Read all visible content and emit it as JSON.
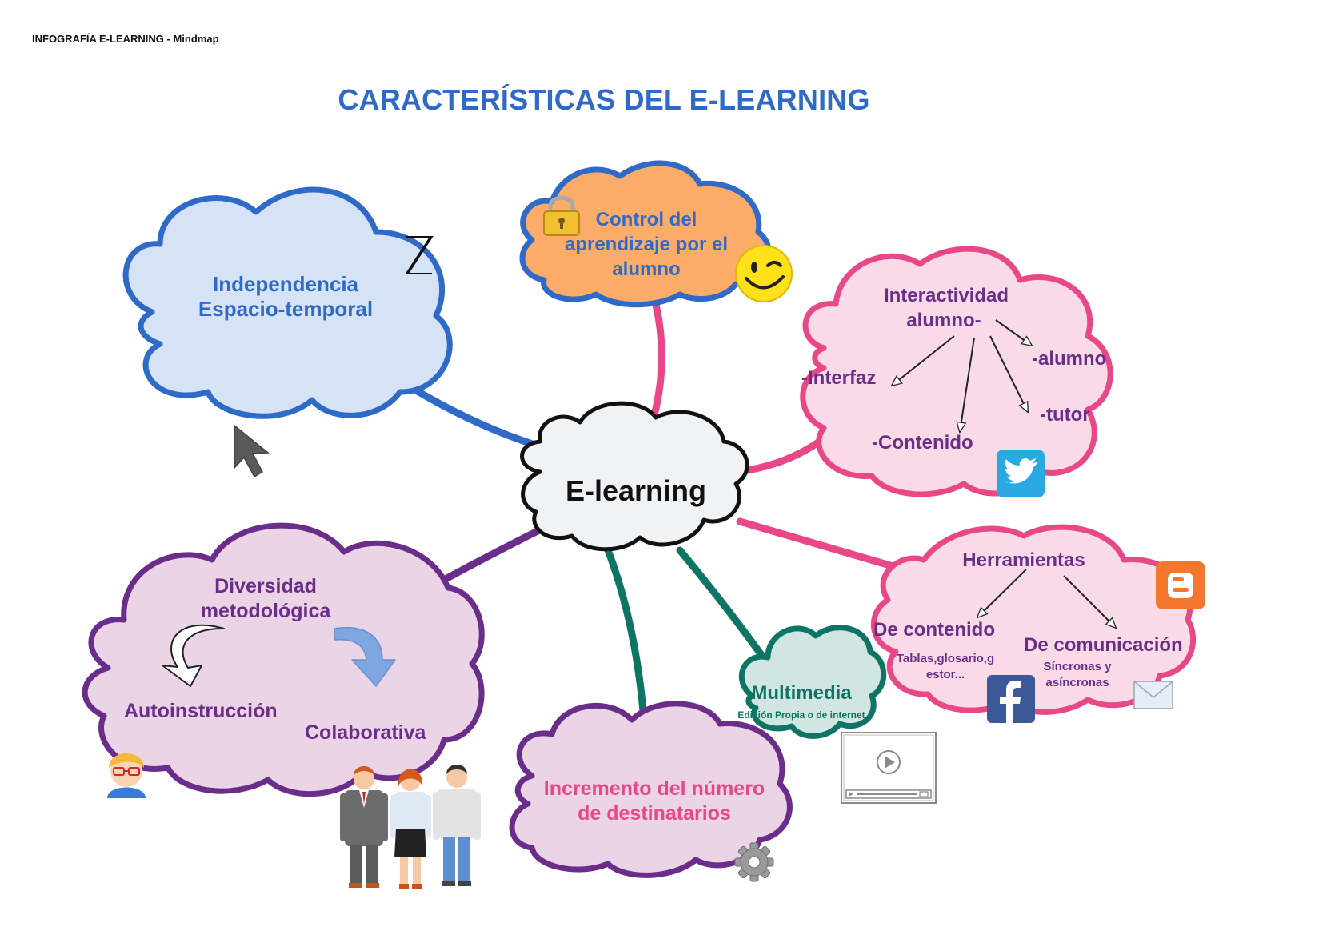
{
  "header": {
    "text": "INFOGRAFÍA E-LEARNING - Mindmap"
  },
  "title": "CARACTERÍSTICAS DEL E-LEARNING",
  "center": {
    "label": "E-learning"
  },
  "nodes": {
    "independencia": {
      "line1": "Independencia",
      "line2": "Espacio-temporal",
      "icons": [
        "hourglass-icon",
        "cursor-arrow-icon"
      ]
    },
    "control": {
      "line1": "Control del",
      "line2": "aprendizaje por el",
      "line3": "alumno",
      "icons": [
        "padlock-icon",
        "smiley-wink-icon"
      ]
    },
    "interactividad": {
      "line1": "Interactividad",
      "line2": "alumno-",
      "children": {
        "interfaz": "-Interfaz",
        "contenido": "-Contenido",
        "alumno": "-alumno",
        "tutor": "-tutor"
      },
      "icons": [
        "twitter-icon"
      ]
    },
    "herramientas": {
      "label": "Herramientas",
      "contenido": {
        "label": "De contenido",
        "desc_line1": "Tablas,glosario,g",
        "desc_line2": "estor..."
      },
      "comunicacion": {
        "label": "De comunicación",
        "desc_line1": "Síncronas y",
        "desc_line2": "asíncronas"
      },
      "icons": [
        "blogger-icon",
        "facebook-icon",
        "mail-icon"
      ]
    },
    "multimedia": {
      "label": "Multimedia",
      "desc": "Edición Propia o de internet",
      "icons": [
        "video-player-icon"
      ]
    },
    "incremento": {
      "line1": "Incremento del número",
      "line2": "de destinatarios",
      "icons": [
        "gear-icon"
      ]
    },
    "diversidad": {
      "line1": "Diversidad",
      "line2": "metodológica",
      "autoinstruccion": "Autoinstrucción",
      "colaborativa": "Colaborativa",
      "icons": [
        "curved-arrow-left-icon",
        "curved-arrow-right-icon",
        "student-avatar-icon",
        "people-group-icon"
      ]
    }
  },
  "colors": {
    "blue": "#2f6ac9",
    "blue_fill": "#d6e3f6",
    "orange_fill": "#fbac69",
    "orange_text": "#2f6ac9",
    "pink": "#e94787",
    "pink_fill": "#f8dbe7",
    "purple": "#6a2d8a",
    "purple_fill": "#ead4e6",
    "teal": "#0e7564",
    "teal_fill": "#d1e6e1",
    "center_fill": "#f1f2f4"
  }
}
